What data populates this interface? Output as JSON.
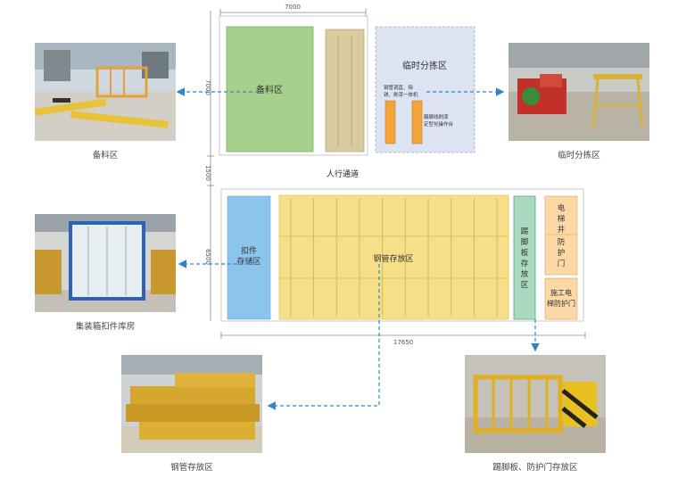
{
  "colors": {
    "green_zone": "#a8d08d",
    "tan_zone": "#d9cba0",
    "temp_zone": "#dce3f3",
    "orange_bar": "#f2a33a",
    "blue_zone": "#8cc5ec",
    "yellow_zone": "#f7df8a",
    "mint_zone": "#a9d9bf",
    "peach_zone": "#fbd8a6",
    "arrow": "#2e86c9",
    "dim_line": "#888888"
  },
  "dimensions": {
    "top_width": "7000",
    "top_height": "7000",
    "walkway_height": "1500",
    "bottom_height": "6500",
    "bottom_width": "17650"
  },
  "zones": {
    "material_prep": "备料区",
    "temp_sorting": "临时分拣区",
    "sorting_note_a": "钢管调直、除\n锈、刷漆一体机",
    "sorting_note_b": "踢脚线刷漆\n定型化操作台",
    "walkway": "人行通道",
    "fastener": "扣件\n存储区",
    "steel_pipe": "钢管存放区",
    "toe_board": "踢\n脚\n板\n存\n放\n区",
    "elevator_shaft": "电\n梯\n井\n防\n护\n门",
    "elevator_door": "施工电\n梯防护门"
  },
  "photos": {
    "material_prep": "备料区",
    "temp_sorting": "临时分拣区",
    "container": "集装箱扣件库房",
    "steel_pipe": "钢管存放区",
    "toe_board": "踢脚板、防护门存放区"
  }
}
